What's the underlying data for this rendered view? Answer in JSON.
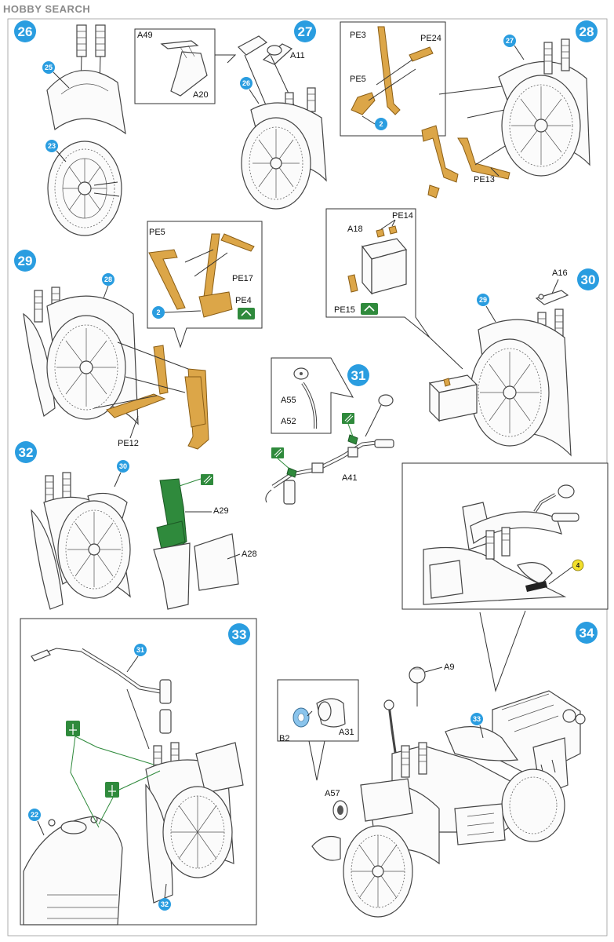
{
  "watermark": {
    "text": "HOBBY SEARCH"
  },
  "steps": {
    "s26": "26",
    "s27": "27",
    "s28": "28",
    "s29": "29",
    "s30": "30",
    "s31": "31",
    "s32": "32",
    "s33": "33",
    "s34": "34"
  },
  "refs": {
    "r25": "25",
    "r23": "23",
    "r26": "26",
    "r27": "27",
    "r28": "28",
    "r29": "29",
    "r30": "30",
    "r31": "31",
    "r33": "33",
    "r22": "22",
    "r32": "32",
    "r2a": "2",
    "r2b": "2",
    "r4": "4"
  },
  "parts": {
    "a49": "A49",
    "a20": "A20",
    "a11": "A11",
    "pe3": "PE3",
    "pe24": "PE24",
    "pe5a": "PE5",
    "pe13": "PE13",
    "pe5b": "PE5",
    "pe17": "PE17",
    "pe4": "PE4",
    "pe12": "PE12",
    "a18": "A18",
    "pe14": "PE14",
    "pe15": "PE15",
    "a16": "A16",
    "a55": "A55",
    "a52": "A52",
    "a41": "A41",
    "a29": "A29",
    "a28": "A28",
    "a9": "A9",
    "b2": "B2",
    "a31": "A31",
    "a57": "A57"
  },
  "colors": {
    "step_badge": "#2a9de0",
    "ref_badge": "#2a9de0",
    "photo_etch": "#dca648",
    "paint_green": "#2f8a3c",
    "note_yellow": "#f2df2c"
  }
}
